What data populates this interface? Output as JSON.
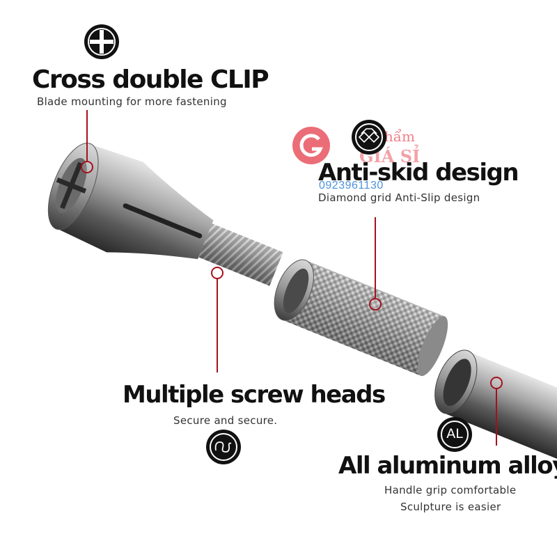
{
  "features": {
    "cross_clip": {
      "title": "Cross double CLIP",
      "subtitle": "Blade mounting for more fastening",
      "icon": "cross-icon"
    },
    "anti_skid": {
      "title": "Anti-skid design",
      "subtitle": "Diamond grid Anti-Slip design",
      "icon": "diamond-grid-icon"
    },
    "screw_heads": {
      "title": "Multiple screw heads",
      "subtitle": "Secure and secure.",
      "icon": "spiral-icon"
    },
    "aluminum": {
      "title": "All aluminum alloy",
      "subtitle_line1": "Handle grip comfortable",
      "subtitle_line2": "Sculpture is easier",
      "icon_text": "AL"
    }
  },
  "watermark": {
    "line1": "Sỉ Phẩm",
    "line2": "GIÁ SỈ",
    "phone": "0923961130",
    "logo": "g-logo-icon"
  },
  "colors": {
    "accent": "#a3111d",
    "text": "#111111",
    "watermark": "#e8545f",
    "watermark_phone": "#2f7fd6"
  }
}
